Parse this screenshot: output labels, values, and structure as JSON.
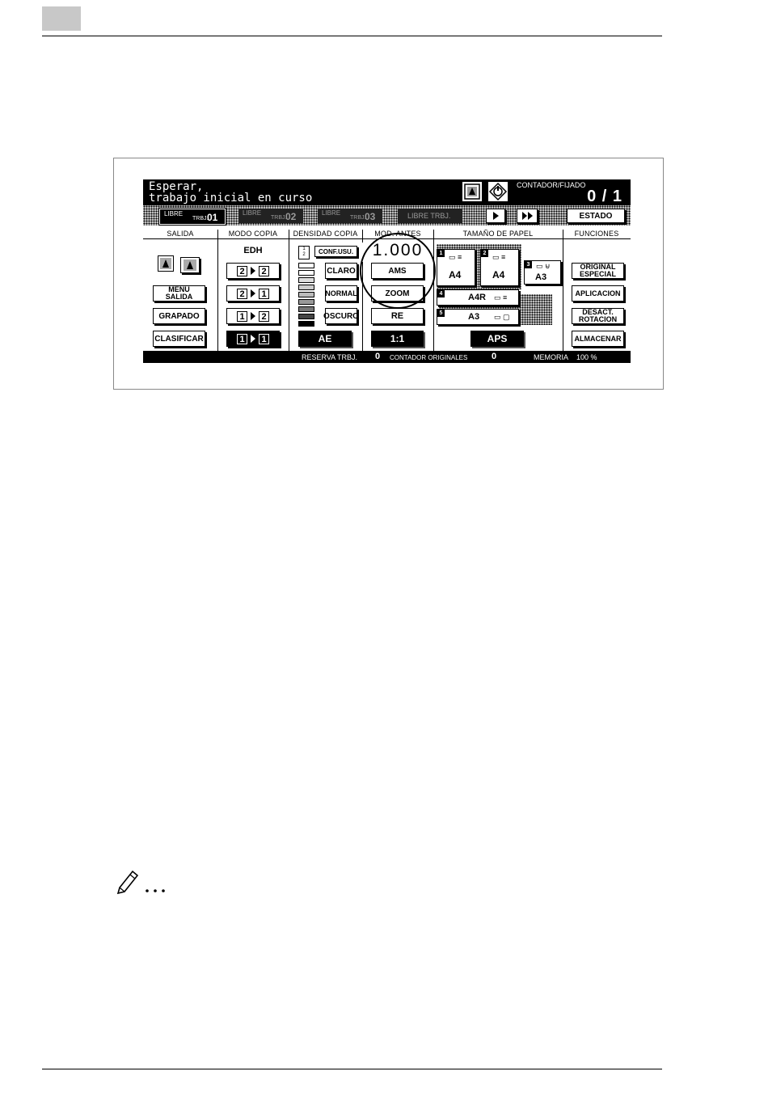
{
  "panel": {
    "message_line1": "Esperar,",
    "message_line2": "trabajo inicial en curso",
    "counter_label": "CONTADOR/FIJADO",
    "counter_value": "0 / 1",
    "jobs": [
      {
        "label": "LIBRE",
        "sub": "TRBJ.",
        "num": "01"
      },
      {
        "label": "LIBRE",
        "sub": "TRBJ.",
        "num": "02"
      },
      {
        "label": "LIBRE",
        "sub": "TRBJ.",
        "num": "03"
      },
      {
        "label": "LIBRE  TRBJ."
      }
    ],
    "estado": "ESTADO",
    "headers": {
      "salida": "SALIDA",
      "modo_copia": "MODO COPIA",
      "densidad": "DENSIDAD COPIA",
      "mod_antes": "MOD.  ANTES",
      "tamano": "TAMAÑO DE PAPEL",
      "funciones": "FUNCIONES"
    },
    "salida_buttons": [
      "MENU SALIDA",
      "GRAPADO",
      "CLASIFICAR"
    ],
    "edh": "EDH",
    "copy_modes": [
      {
        "from": "2",
        "to": "2"
      },
      {
        "from": "2",
        "to": "1"
      },
      {
        "from": "1",
        "to": "2"
      },
      {
        "from": "1",
        "to": "1"
      }
    ],
    "density_buttons": [
      "CONF.USU.",
      "CLARO",
      "NORMAL",
      "OSCURO"
    ],
    "ae": "AE",
    "zoom_value": "1.000",
    "zoom_buttons": [
      "AMS",
      "ZOOM",
      "RE"
    ],
    "ratio_button": "1:1",
    "trays": [
      {
        "num": "1",
        "size": "A4"
      },
      {
        "num": "2",
        "size": "A4"
      },
      {
        "num": "3",
        "size": "A3"
      },
      {
        "num": "4",
        "size": "A4R"
      },
      {
        "num": "5",
        "size": "A3"
      }
    ],
    "aps": "APS",
    "function_buttons": [
      "ORIGINAL ESPECIAL",
      "APLICACION",
      "DESACT. ROTACION",
      "ALMACENAR"
    ],
    "status": {
      "reserva_label": "RESERVA TRBJ.",
      "reserva_value": "0",
      "originales_label": "CONTADOR ORIGINALES",
      "originales_value": "0",
      "memoria_label": "MEMORIA",
      "memoria_value": "100 %"
    }
  }
}
